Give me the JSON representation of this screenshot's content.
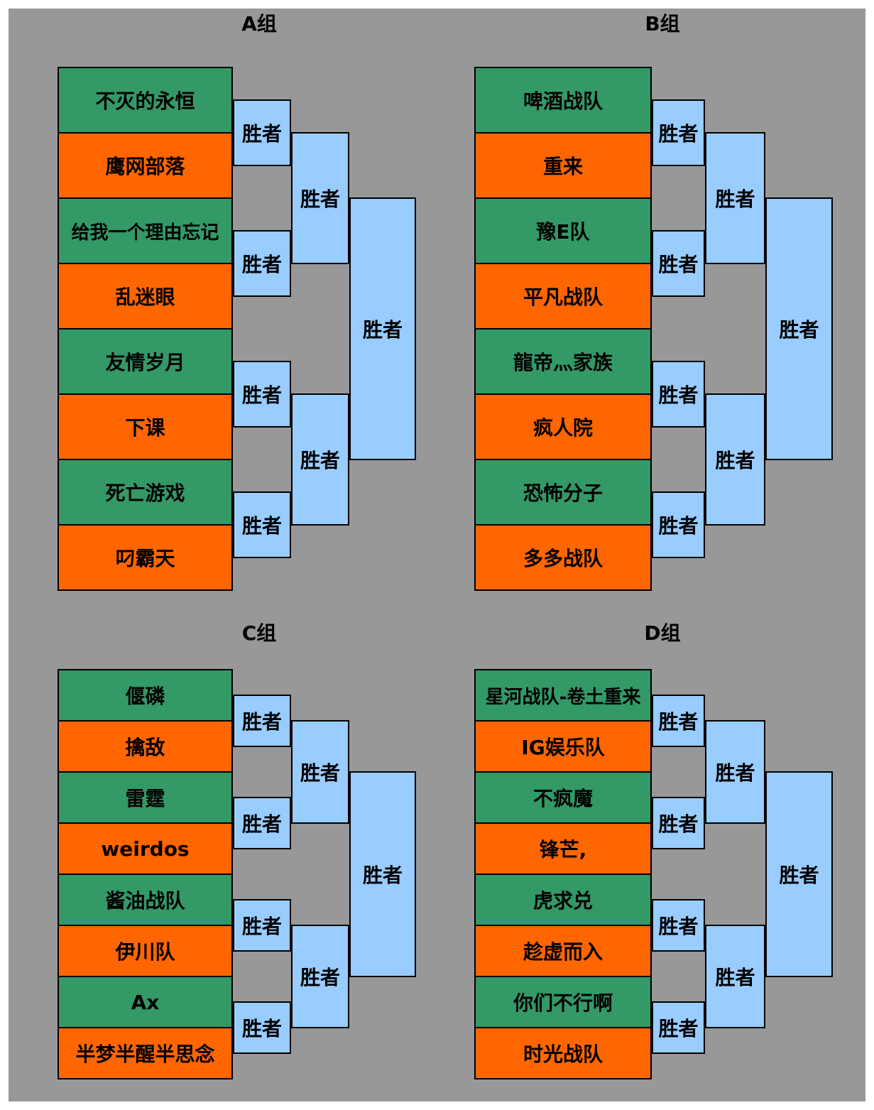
{
  "colors": {
    "background": "#989898",
    "team_top": "#339966",
    "team_bottom": "#ff6600",
    "winner_box": "#99ccff",
    "border": "#000000"
  },
  "winner_label": "胜者",
  "groups": [
    {
      "title": "A组",
      "teams": [
        "不灭的永恒",
        "鹰网部落",
        "给我一个理由忘记",
        "乱迷眼",
        "友情岁月",
        "下课",
        "死亡游戏",
        "叼霸天"
      ]
    },
    {
      "title": "B组",
      "teams": [
        "啤酒战队",
        "重来",
        "豫E队",
        "平凡战队",
        "龍帝灬家族",
        "疯人院",
        "恐怖分子",
        "多多战队"
      ]
    },
    {
      "title": "C组",
      "teams": [
        "偃磷",
        "擒敌",
        "雷霆",
        "weirdos",
        "酱油战队",
        "伊川队",
        "Ax",
        "半梦半醒半思念"
      ]
    },
    {
      "title": "D组",
      "teams": [
        "星河战队-卷土重来",
        "IG娱乐队",
        "不疯魔",
        "锋芒,",
        "虎求兑",
        "趁虚而入",
        "你们不行啊",
        "时光战队"
      ]
    }
  ]
}
